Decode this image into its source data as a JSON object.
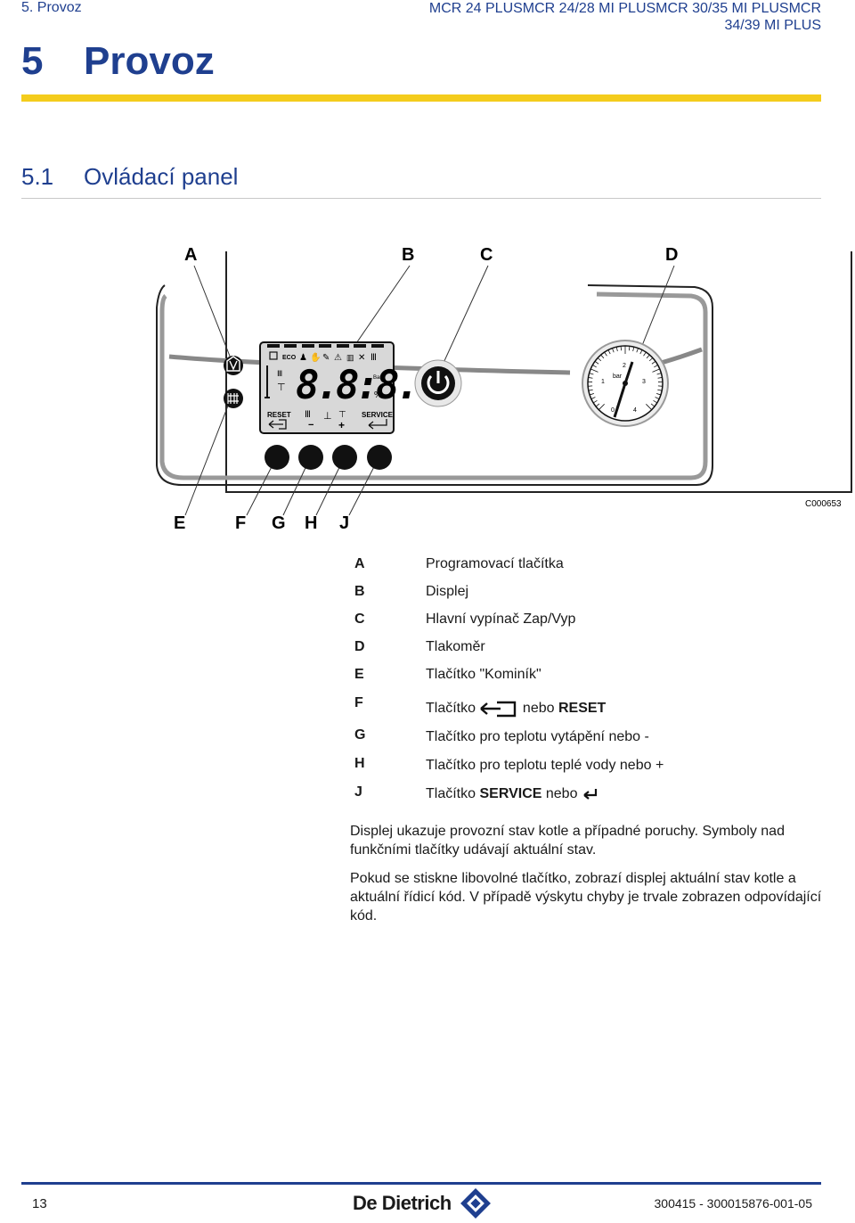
{
  "header": {
    "left": "5.  Provoz",
    "right_line1": "MCR 24 PLUSMCR 24/28 MI PLUSMCR 30/35 MI PLUSMCR",
    "right_line2": "34/39 MI PLUS"
  },
  "chapter": {
    "number": "5",
    "title": "Provoz"
  },
  "section": {
    "number": "5.1",
    "title": "Ovládací panel"
  },
  "diagram": {
    "code": "C000653",
    "top_labels": [
      "A",
      "B",
      "C",
      "D"
    ],
    "bottom_labels": [
      "E",
      "F",
      "G",
      "H",
      "J"
    ],
    "display": {
      "eco": "ECO",
      "digits": "8.8:8.8",
      "bar": "Bar",
      "percent": "%",
      "reset": "RESET",
      "service": "SERVICE",
      "minus": "−",
      "plus": "+"
    },
    "gauge": {
      "unit": "bar",
      "ticks": [
        "0",
        "1",
        "2",
        "3",
        "4"
      ]
    }
  },
  "legend": [
    {
      "key": "A",
      "text": "Programovací tlačítka"
    },
    {
      "key": "B",
      "text": "Displej"
    },
    {
      "key": "C",
      "text": "Hlavní vypínač Zap/Vyp"
    },
    {
      "key": "D",
      "text": "Tlakoměr"
    },
    {
      "key": "E",
      "text": "Tlačítko \"Kominík\""
    },
    {
      "key": "F",
      "text_before": "Tlačítko",
      "text_after": "nebo",
      "bold": "RESET"
    },
    {
      "key": "G",
      "text": "Tlačítko pro teplotu vytápění nebo -"
    },
    {
      "key": "H",
      "text": "Tlačítko pro teplotu teplé vody nebo +"
    },
    {
      "key": "J",
      "text_before": "Tlačítko",
      "bold": "SERVICE",
      "text_after": "nebo"
    }
  ],
  "paragraphs": [
    "Displej ukazuje provozní stav kotle a případné poruchy. Symboly nad funkčními tlačítky udávají aktuální stav.",
    "Pokud se stiskne libovolné tlačítko, zobrazí displej aktuální stav kotle a aktuální řídicí kód. V případě výskytu chyby je trvale zobrazen odpovídající kód."
  ],
  "footer": {
    "page": "13",
    "brand": "De Dietrich",
    "doc_number": "300415 - 300015876-001-05"
  },
  "colors": {
    "accent_blue": "#1f3f8f",
    "yellow": "#f4cc1c"
  }
}
